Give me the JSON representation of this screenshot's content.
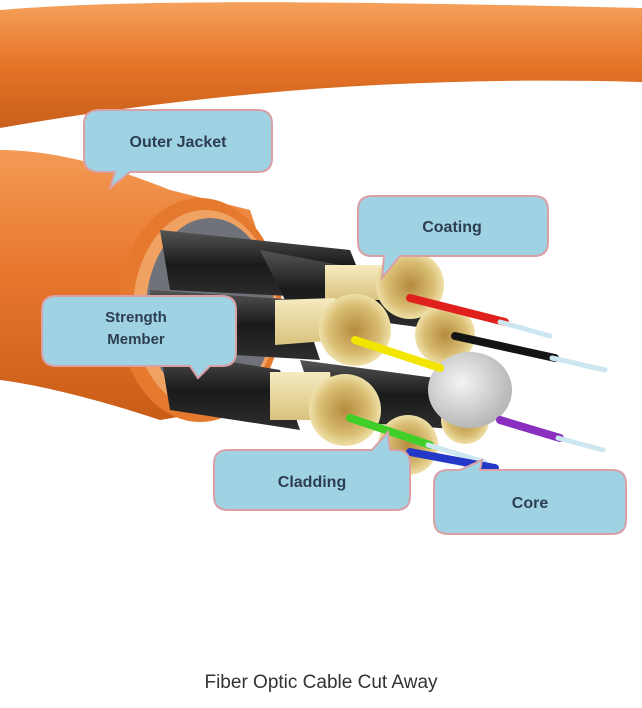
{
  "labels": {
    "outer_jacket": "Outer Jacket",
    "coating": "Coating",
    "strength_member_line1": "Strength",
    "strength_member_line2": "Member",
    "cladding": "Cladding",
    "core": "Core"
  },
  "caption": "Fiber Optic Cable Cut Away",
  "colors": {
    "jacket": "#e8772e",
    "callout_fill": "#9fd3e3",
    "callout_stroke": "#d9a0a6",
    "fibers": [
      "#e0201c",
      "#141414",
      "#f2e600",
      "#3fcf28",
      "#8a2fbf",
      "#2438c8"
    ]
  }
}
